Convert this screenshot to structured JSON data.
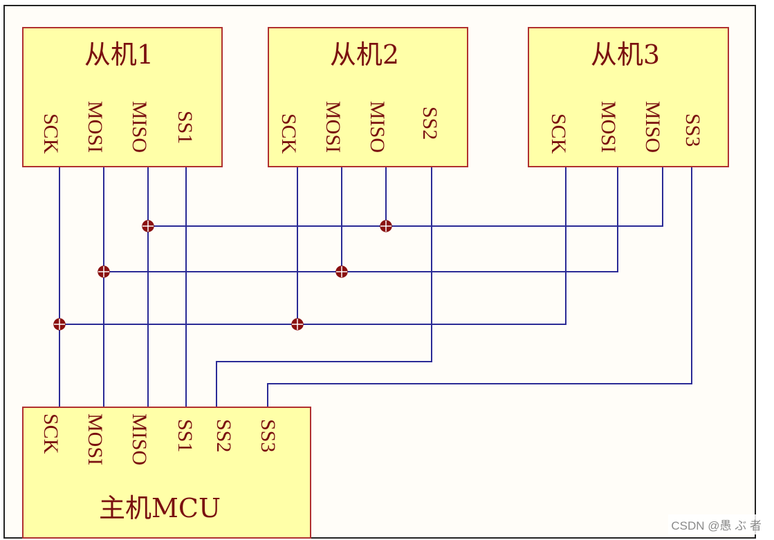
{
  "diagram": {
    "colors": {
      "background": "#fffdf8",
      "box_fill": "#ffffa8",
      "box_stroke": "#b03030",
      "wire": "#2b2b96",
      "junction": "#8a1010",
      "text": "#7a1010"
    },
    "slaves": [
      {
        "title": "从机1",
        "pins": [
          "SCK",
          "MOSI",
          "MISO",
          "SS1"
        ]
      },
      {
        "title": "从机2",
        "pins": [
          "SCK",
          "MOSI",
          "MISO",
          "SS2"
        ]
      },
      {
        "title": "从机3",
        "pins": [
          "SCK",
          "MOSI",
          "MISO",
          "SS3"
        ]
      }
    ],
    "master": {
      "title": "主机MCU",
      "pins": [
        "SCK",
        "MOSI",
        "MISO",
        "SS1",
        "SS2",
        "SS3"
      ]
    }
  },
  "watermark": "CSDN @愚 ぶ 者"
}
